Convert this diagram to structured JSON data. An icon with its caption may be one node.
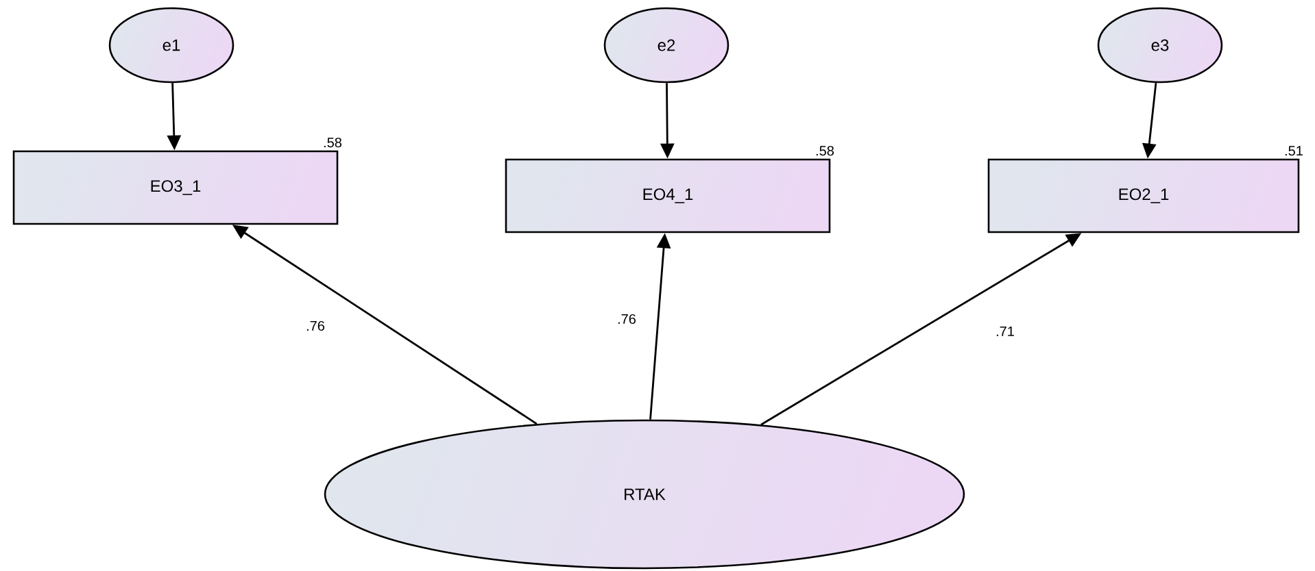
{
  "diagram": {
    "nodes": [
      {
        "text": [
          "e1"
        ]
      },
      {
        "text": [
          "e2"
        ]
      },
      {
        "text": [
          "e3"
        ]
      },
      {
        "text": [
          "EO3_1"
        ],
        "beside": [
          ".58"
        ]
      },
      {
        "text": [
          "EO4_1"
        ],
        "beside": [
          ".58"
        ]
      },
      {
        "text": [
          "EO2_1"
        ],
        "beside": [
          ".51"
        ]
      },
      {
        "text": [
          "RTAK"
        ]
      }
    ],
    "edges": [
      {
        "from": 0,
        "to": 3,
        "arrow": "to"
      },
      {
        "from": 1,
        "to": 4,
        "arrow": "to"
      },
      {
        "from": 2,
        "to": 5,
        "arrow": "to"
      },
      {
        "from": 6,
        "to": 3,
        "arrow": "to",
        "label": ".76"
      },
      {
        "from": 6,
        "to": 4,
        "arrow": "to",
        "label": ".76"
      },
      {
        "from": 6,
        "to": 5,
        "arrow": "to",
        "label": ".71"
      }
    ]
  }
}
